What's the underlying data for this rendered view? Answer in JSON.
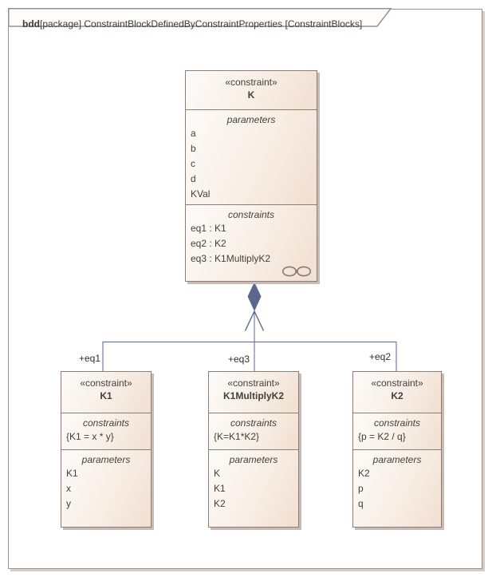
{
  "frame": {
    "tab_keyword": "bdd",
    "tab_text": "[package] ConstraintBlockDefinedByConstraintProperties [ConstraintBlocks]"
  },
  "colors": {
    "block_border": "#8c7d76",
    "block_fill_light": "#fdfbf9",
    "block_fill_dark": "#f1dfd0",
    "connector": "#5b678c",
    "frame_border": "#9b908a",
    "text": "#44403c"
  },
  "icons": {
    "composite_indicator": "linked-ovals-icon"
  },
  "blocks": {
    "K": {
      "stereotype": "«constraint»",
      "name": "K",
      "compartments": [
        {
          "label": "parameters",
          "items": [
            "a",
            "b",
            "c",
            "d",
            "KVal"
          ]
        },
        {
          "label": "constraints",
          "items": [
            "eq1 : K1",
            "eq2 : K2",
            "eq3 : K1MultiplyK2"
          ]
        }
      ]
    },
    "K1": {
      "stereotype": "«constraint»",
      "name": "K1",
      "compartments": [
        {
          "label": "constraints",
          "items": [
            "{K1 = x * y}"
          ]
        },
        {
          "label": "parameters",
          "items": [
            "K1",
            "x",
            "y"
          ]
        }
      ]
    },
    "K1MultiplyK2": {
      "stereotype": "«constraint»",
      "name": "K1MultiplyK2",
      "compartments": [
        {
          "label": "constraints",
          "items": [
            "{K=K1*K2}"
          ]
        },
        {
          "label": "parameters",
          "items": [
            "K",
            "K1",
            "K2"
          ]
        }
      ]
    },
    "K2": {
      "stereotype": "«constraint»",
      "name": "K2",
      "compartments": [
        {
          "label": "constraints",
          "items": [
            "{p = K2 / q}"
          ]
        },
        {
          "label": "parameters",
          "items": [
            "K2",
            "p",
            "q"
          ]
        }
      ]
    }
  },
  "connector_labels": {
    "eq1": "+eq1",
    "eq3": "+eq3",
    "eq2": "+eq2"
  }
}
